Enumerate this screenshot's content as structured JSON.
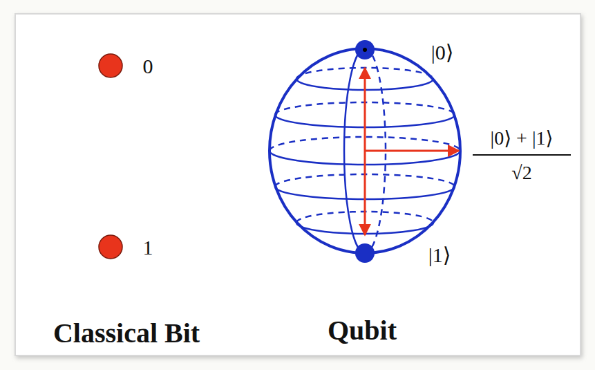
{
  "diagram": {
    "labels": [
      "0",
      "|0⟩",
      "|0⟩ + |1⟩",
      "√2",
      "1",
      "|1⟩",
      "Classical Bit",
      "Qubit"
    ]
  }
}
